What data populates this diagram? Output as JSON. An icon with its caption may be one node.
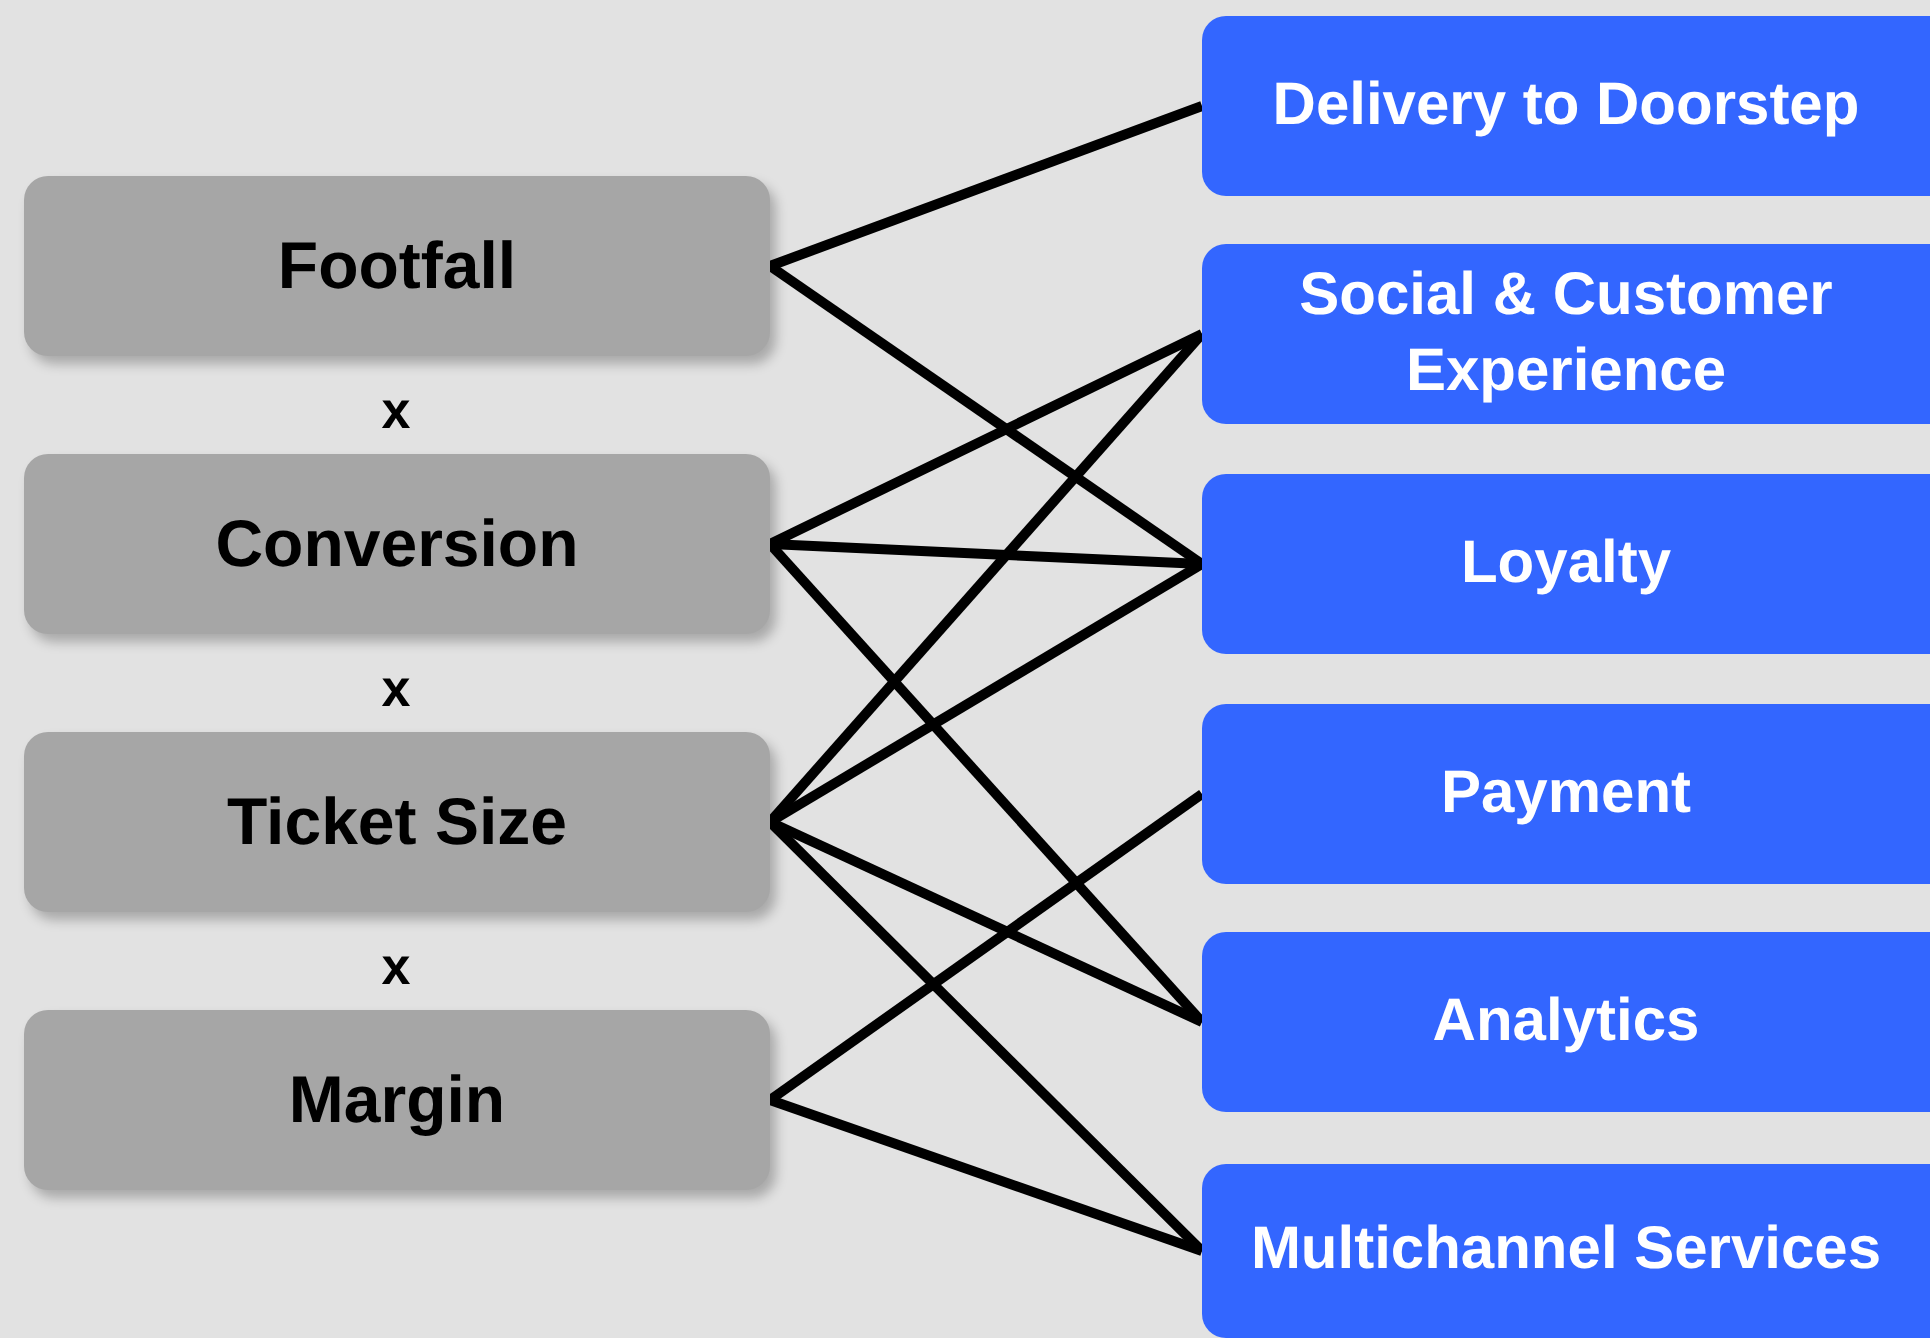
{
  "diagram": {
    "nodes": [
      {
        "text": [
          "Footfall"
        ]
      },
      {
        "text": [
          "Conversion"
        ]
      },
      {
        "text": [
          "Ticket Size"
        ]
      },
      {
        "text": [
          "Margin"
        ]
      },
      {
        "text": [
          "Delivery to Doorstep"
        ]
      },
      {
        "text": [
          "Social & Customer Experience"
        ]
      },
      {
        "text": [
          "Loyalty"
        ]
      },
      {
        "text": [
          "Payment"
        ]
      },
      {
        "text": [
          "Analytics"
        ]
      },
      {
        "text": [
          "Multichannel Services"
        ]
      }
    ],
    "edges": [
      {
        "from": 0,
        "to": 4,
        "arrow": "none"
      },
      {
        "from": 0,
        "to": 6,
        "arrow": "none"
      },
      {
        "from": 1,
        "to": 5,
        "arrow": "none"
      },
      {
        "from": 1,
        "to": 6,
        "arrow": "none"
      },
      {
        "from": 1,
        "to": 8,
        "arrow": "none"
      },
      {
        "from": 2,
        "to": 5,
        "arrow": "none"
      },
      {
        "from": 2,
        "to": 6,
        "arrow": "none"
      },
      {
        "from": 2,
        "to": 8,
        "arrow": "none"
      },
      {
        "from": 2,
        "to": 9,
        "arrow": "none"
      },
      {
        "from": 3,
        "to": 7,
        "arrow": "none"
      },
      {
        "from": 3,
        "to": 9,
        "arrow": "none"
      }
    ],
    "labels": [
      "x",
      "x",
      "x"
    ]
  }
}
